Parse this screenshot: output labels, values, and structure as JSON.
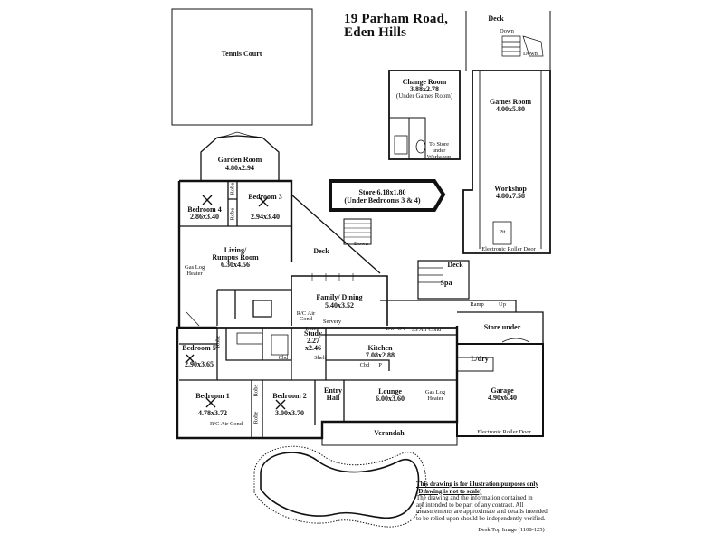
{
  "header": {
    "line1": "19 Parham Road,",
    "line2": "Eden Hills"
  },
  "rooms": {
    "tennis_court": "Tennis Court",
    "garden_room": {
      "name": "Garden Room",
      "size": "4.80x2.94"
    },
    "bedroom4": {
      "name": "Bedroom 4",
      "size": "2.86x3.40"
    },
    "bedroom3": {
      "name": "Bedroom 3",
      "size": "2.94x3.40"
    },
    "store": {
      "name": "Store 6.18x1.80",
      "note": "(Under Bedrooms 3 & 4)"
    },
    "living": {
      "name1": "Living/",
      "name2": "Rumpus Room",
      "size": "6.30x4.56"
    },
    "family": {
      "name": "Family/ Dining",
      "size": "5.40x3.52"
    },
    "study": {
      "name": "Study",
      "size1": "2.27",
      "size2": "x2.46"
    },
    "kitchen": {
      "name": "Kitchen",
      "size": "7.08x2.88"
    },
    "bedroom5": {
      "name": "Bedroom 5",
      "size": "2.90x3.65"
    },
    "bedroom1": {
      "name": "Bedroom 1",
      "size": "4.78x3.72"
    },
    "bedroom2": {
      "name": "Bedroom 2",
      "size": "3.00x3.70"
    },
    "entry": {
      "name1": "Entry",
      "name2": "Hall"
    },
    "lounge": {
      "name": "Lounge",
      "size": "6.00x3.60"
    },
    "garage": {
      "name": "Garage",
      "size": "4.90x6.40"
    },
    "ldry": "L/dry",
    "store_under": "Store under",
    "change_room": {
      "name": "Change Room",
      "size": "3.88x2.78",
      "note": "(Under Games Room)"
    },
    "games_room": {
      "name": "Games Room",
      "size": "4.00x5.80"
    },
    "workshop": {
      "name": "Workshop",
      "size": "4.80x7.58"
    },
    "spa": "Spa",
    "verandah": "Verandah"
  },
  "labels": {
    "deck_top": "Deck",
    "down_top": "Down",
    "deck_mid": "Deck",
    "down_mid": "Down",
    "deck_spa": "Deck",
    "ramp": "Ramp",
    "up": "Up",
    "to_store1": "To Store",
    "to_store2": "under",
    "to_store3": "Workshop",
    "robe_b4": "Robe",
    "robe_b3": "Robe",
    "robe_b5": "Robe",
    "robe_b1": "Robe",
    "robe_b2": "Robe",
    "gas_heater1": "Gas Log",
    "gas_heater2": "Heater",
    "gas_heater3": "Gas Log",
    "gas_heater4": "Heater",
    "rc_air1": "R/C Air",
    "rc_air2": "Cond",
    "rc_air_b1": "R/C Air Cond",
    "ss_air": "SS Air Cond",
    "servery": "Servery",
    "linen": "Linen",
    "dw": "Dw",
    "ov": "OV",
    "cbd_study": "Cbd",
    "shelf_study": "Shelf",
    "cbd_kitchen": "Cbd",
    "p_kitchen": "P",
    "pit": "Pit",
    "roller_door1": "Electronic Roller Door",
    "roller_door2": "Electronic Roller Door",
    "disclaimer_1": "This drawing is for illustration purposes only",
    "disclaimer_2": "(Drawing is not to scale)",
    "disclaimer_3": "The drawing and the information contained in",
    "disclaimer_4": "are intended to be part of any contract.  All",
    "disclaimer_5": "measurements are approximate and details intended",
    "disclaimer_6": "to be relied upon should be independently verified.",
    "credit": "Desk Top Image  (1108-125)"
  }
}
